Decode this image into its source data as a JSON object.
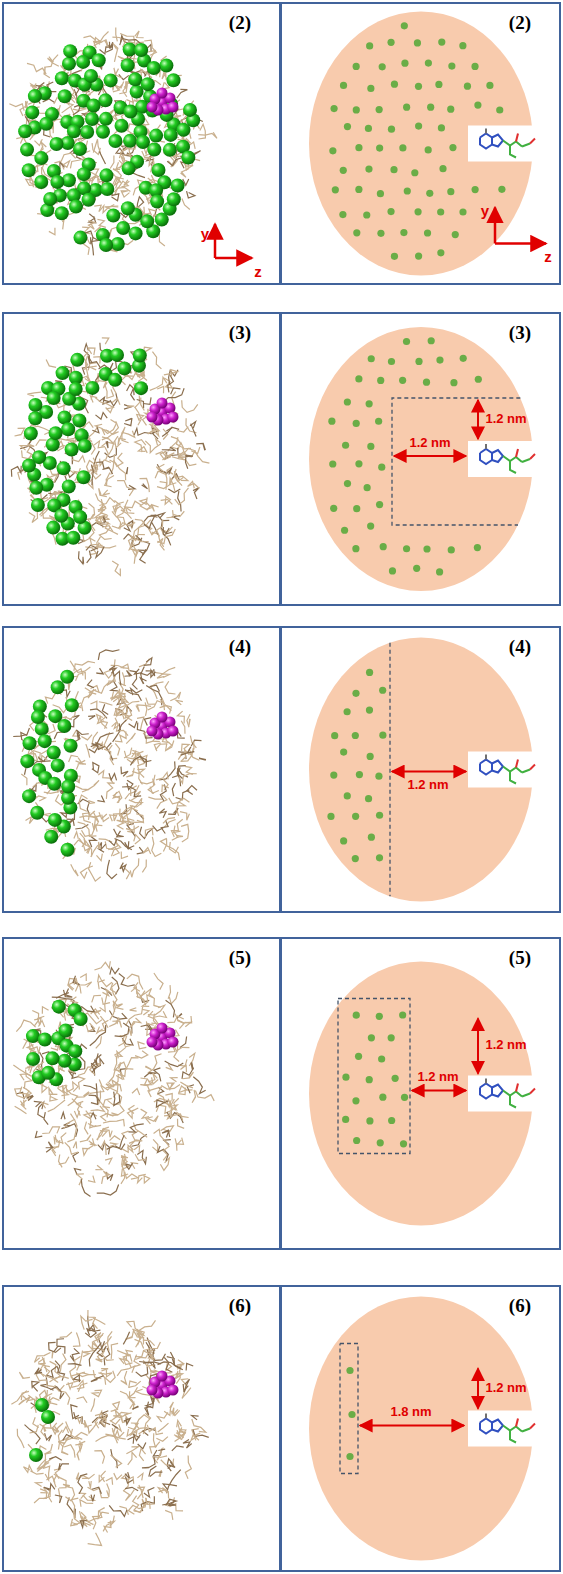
{
  "diagram": {
    "nodes": [
      {
        "text": [
          "(2)"
        ]
      },
      {
        "text": [
          "(2)"
        ]
      },
      {
        "text": [
          "(3)"
        ]
      },
      {
        "text": [
          "(3)"
        ]
      },
      {
        "text": [
          "(4)"
        ]
      },
      {
        "text": [
          "(4)"
        ]
      },
      {
        "text": [
          "(5)"
        ]
      },
      {
        "text": [
          "(5)"
        ]
      },
      {
        "text": [
          "(6)"
        ]
      },
      {
        "text": [
          "(6)"
        ]
      }
    ],
    "labels": [
      "y",
      "z",
      "y",
      "z",
      "1.2 nm",
      "1.2 nm",
      "1.2 nm",
      "1.2 nm",
      "1.2 nm",
      "1.2 nm",
      "1.8 nm"
    ]
  }
}
